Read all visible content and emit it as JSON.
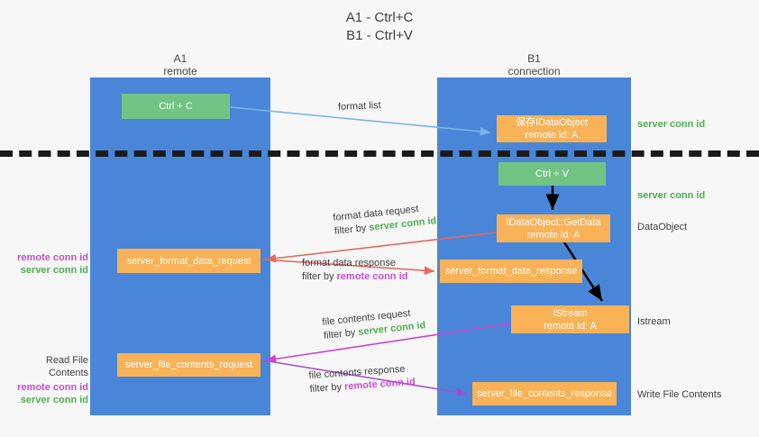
{
  "title": {
    "line1": "A1 - Ctrl+C",
    "line2": "B1 - Ctrl+V"
  },
  "columns": [
    {
      "name": "A1",
      "subtitle": "remote"
    },
    {
      "name": "B1",
      "subtitle": "connection"
    }
  ],
  "nodes": {
    "ctrl_c": {
      "line1": "Ctrl + C",
      "line2": ""
    },
    "idataobject": {
      "line1": "保存IDataObject",
      "line2": "remote id: A"
    },
    "ctrl_v": {
      "line1": "Ctrl + V",
      "line2": ""
    },
    "getdata": {
      "line1": "IDataObject::GetData",
      "line2": "remote id: A"
    },
    "format_data_request": {
      "line1": "server_format_data_request",
      "line2": ""
    },
    "format_data_response": {
      "line1": "server_format_data_response",
      "line2": ""
    },
    "istream": {
      "line1": "IStream",
      "line2": "remote id: A"
    },
    "file_contents_request": {
      "line1": "server_file_contents_request",
      "line2": ""
    },
    "file_contents_response": {
      "line1": "server_file_contents_response",
      "line2": ""
    }
  },
  "arrow_labels": {
    "format_list": "format list",
    "format_data_request": {
      "line1": "format data request",
      "prefix": "filter by ",
      "token": "server conn id"
    },
    "format_data_response": {
      "line1": "format data response",
      "prefix": "filter by ",
      "token": "remote conn id"
    },
    "file_contents_request": {
      "line1": "file contents request",
      "prefix": "filter by ",
      "token": "server conn id"
    },
    "file_contents_response": {
      "line1": "file contents response",
      "prefix": "filter by ",
      "token": "remote conn id"
    }
  },
  "side_notes": {
    "server_conn_id_1": "server conn id",
    "server_conn_id_2": "server conn id",
    "dataobject": "DataObject",
    "istream": "Istream",
    "write_file_contents": "Write File Contents",
    "read_file_contents": "Read File Contents",
    "remote_conn_id": "remote conn id",
    "server_conn_id": "server conn id"
  },
  "colors": {
    "lane": "#4a86d8",
    "green_node": "#72c485",
    "orange_node": "#f9b257",
    "green_text": "#4caf50",
    "purple_text": "#c64fd0",
    "blue_arrow": "#7cb3e8",
    "red_arrow": "#e8665b",
    "magenta_arrow": "#cc44cc",
    "purple_arrow": "#9a4fcf",
    "black_arrow": "#000000",
    "background": "#f7f7f7"
  }
}
